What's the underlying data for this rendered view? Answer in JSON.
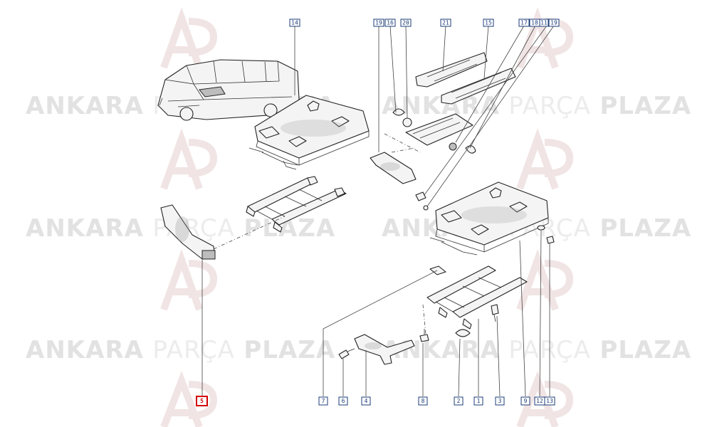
{
  "watermark": {
    "brand_bold": "ANKARA",
    "brand_light": "PARÇA",
    "brand_bold_2": "PLAZA"
  },
  "callouts": [
    {
      "id": "c14",
      "label": "14"
    },
    {
      "id": "c19a",
      "label": "19"
    },
    {
      "id": "c16",
      "label": "16"
    },
    {
      "id": "c20",
      "label": "20"
    },
    {
      "id": "c21",
      "label": "21"
    },
    {
      "id": "c15",
      "label": "15"
    },
    {
      "id": "c17",
      "label": "17"
    },
    {
      "id": "c18",
      "label": "18"
    },
    {
      "id": "c11",
      "label": "11"
    },
    {
      "id": "c19b",
      "label": "19"
    },
    {
      "id": "c5",
      "label": "5",
      "highlighted": true
    },
    {
      "id": "c7",
      "label": "7"
    },
    {
      "id": "c6",
      "label": "6"
    },
    {
      "id": "c4",
      "label": "4"
    },
    {
      "id": "c8",
      "label": "8"
    },
    {
      "id": "c2",
      "label": "2"
    },
    {
      "id": "c1",
      "label": "1"
    },
    {
      "id": "c3",
      "label": "3"
    },
    {
      "id": "c9",
      "label": "9"
    },
    {
      "id": "c12",
      "label": "12"
    },
    {
      "id": "c13",
      "label": "13"
    }
  ],
  "colors": {
    "callout_border": "#1c3c7a",
    "highlight": "#d40000",
    "watermark": "#e2e2e2"
  }
}
